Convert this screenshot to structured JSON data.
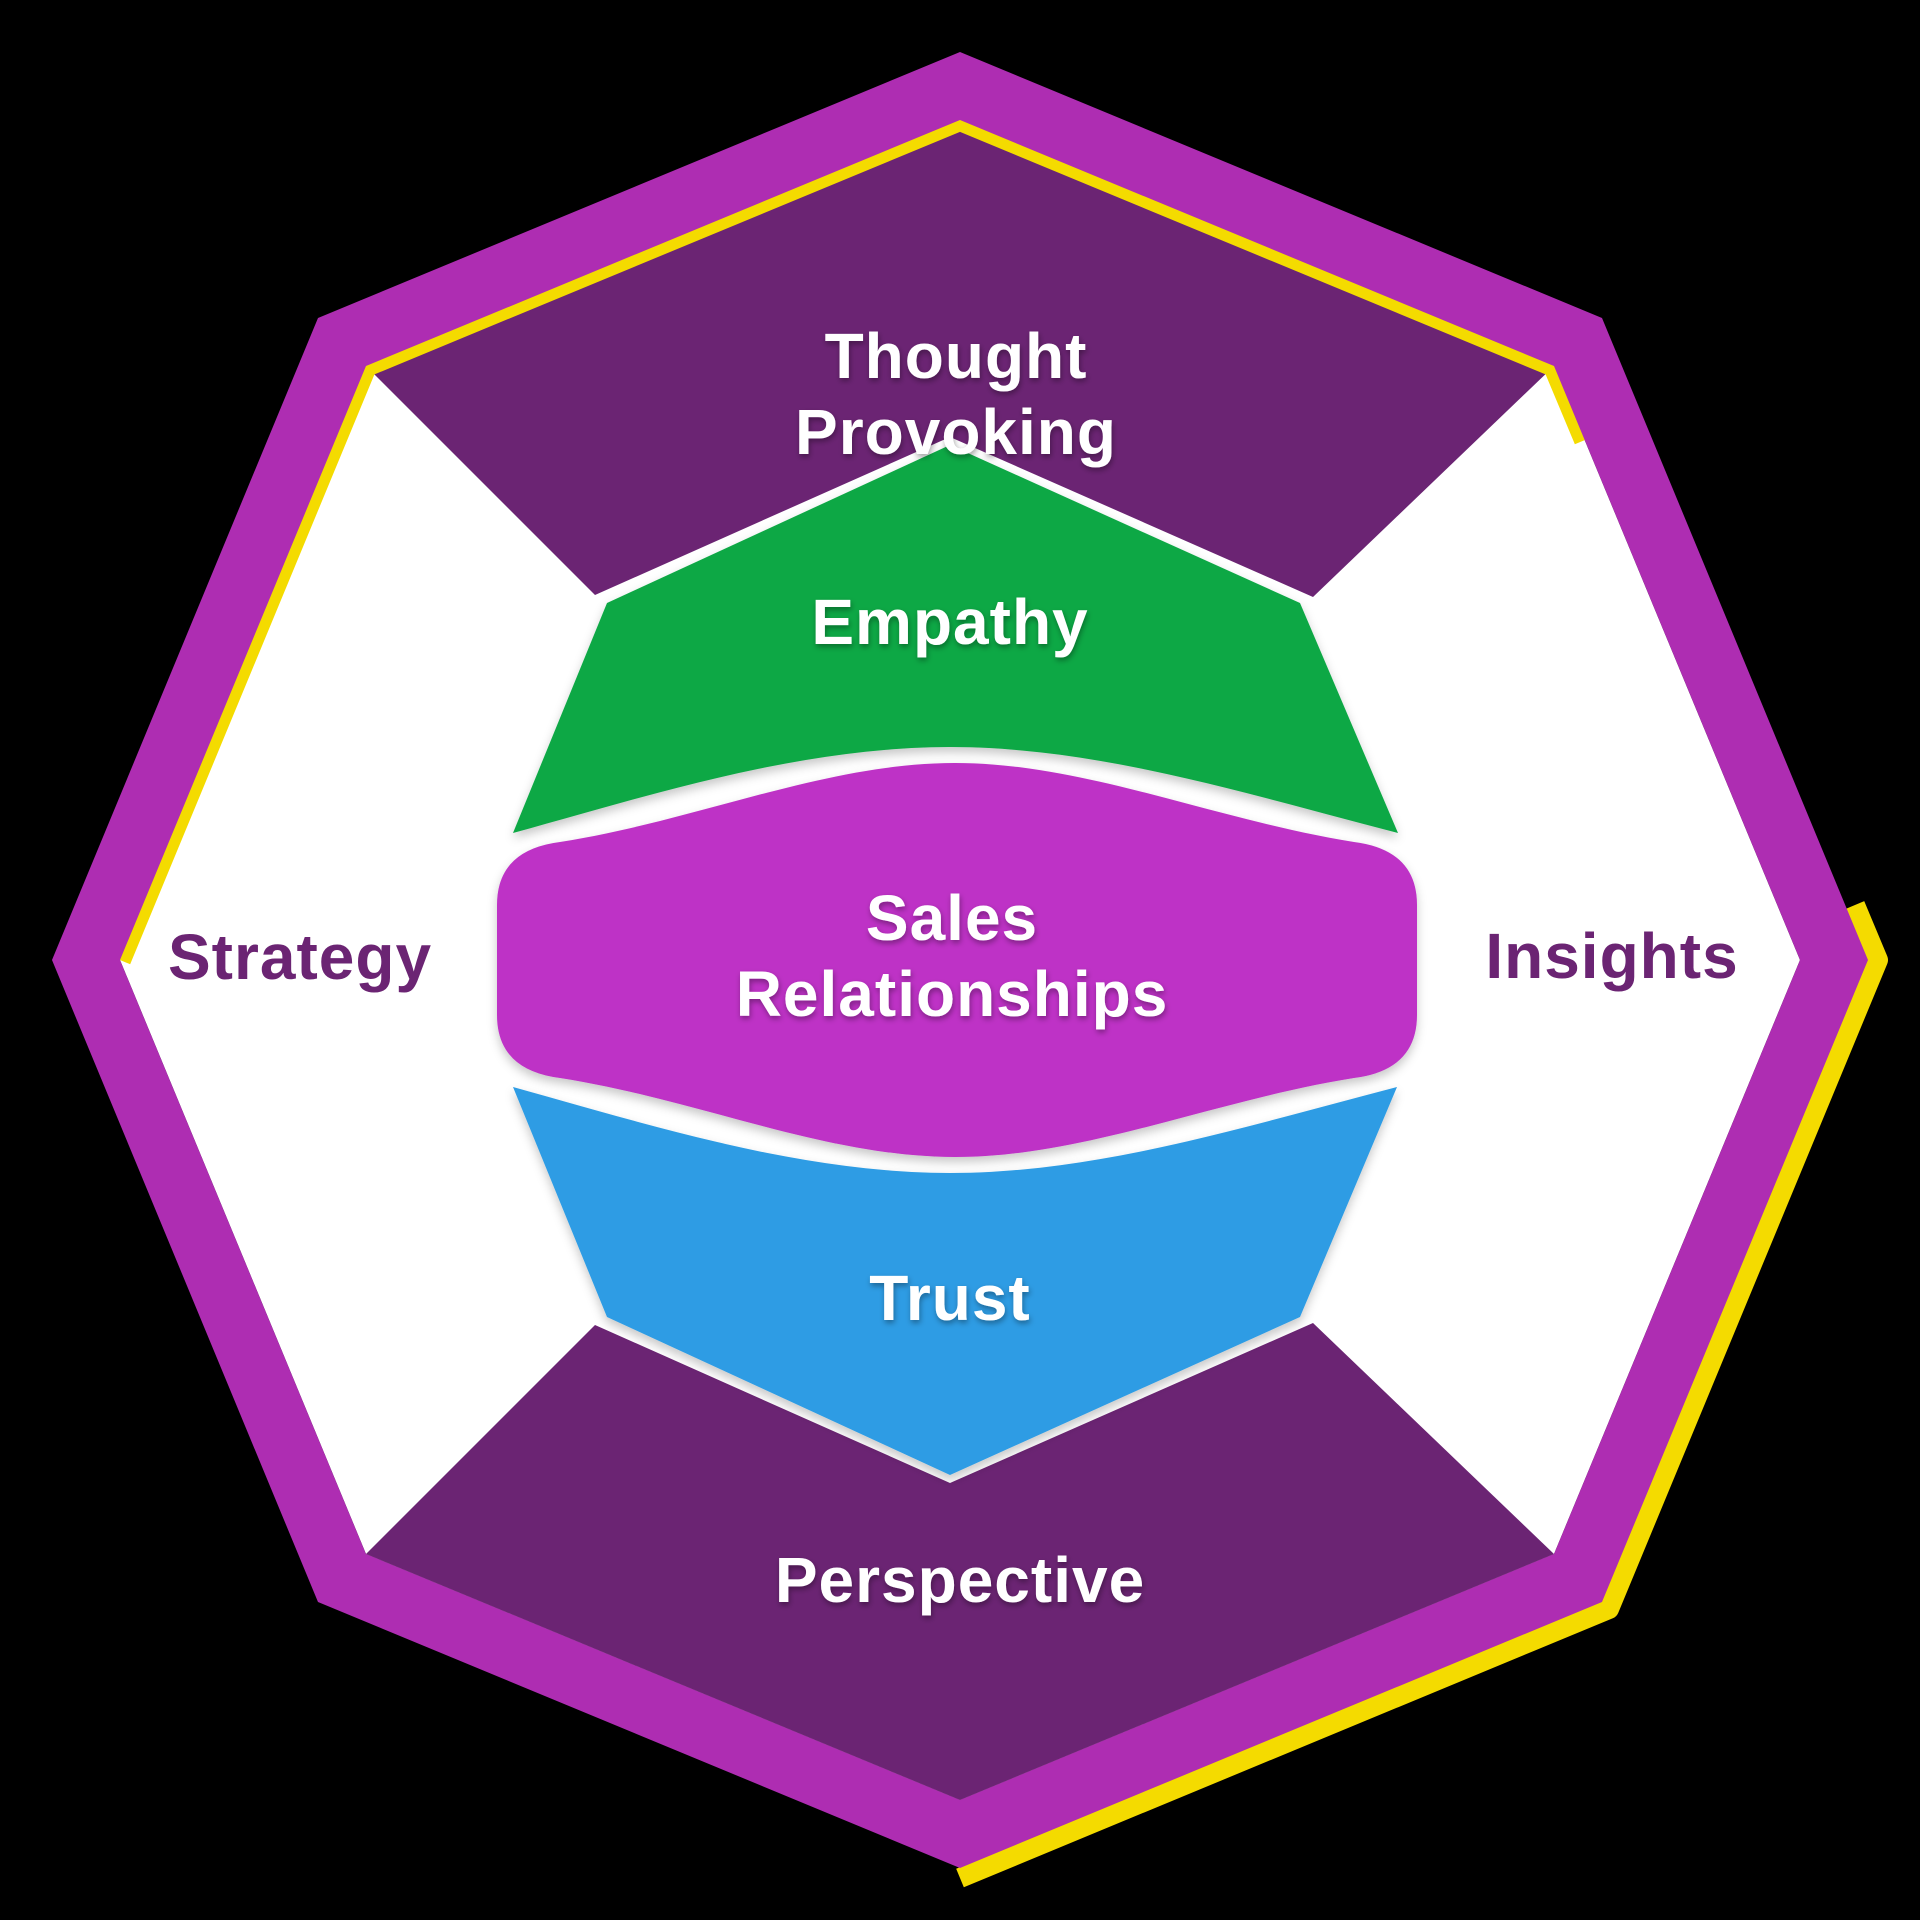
{
  "diagram": {
    "labels": {
      "top": {
        "line1": "Thought",
        "line2": "Provoking"
      },
      "left": "Strategy",
      "right": "Insights",
      "bottom": "Perspective",
      "stack": {
        "top": "Empathy",
        "middle": {
          "line1": "Sales",
          "line2": "Relationships"
        },
        "bottom": "Trust"
      }
    },
    "colors": {
      "background": "#000000",
      "border_magenta": "#AE2DB2",
      "accent_yellow": "#F4DB00",
      "deep_purple": "#6B2473",
      "green": "#0CA845",
      "blue": "#2D9CE4",
      "center_magenta": "#BE31C6",
      "white": "#FFFFFF"
    }
  }
}
